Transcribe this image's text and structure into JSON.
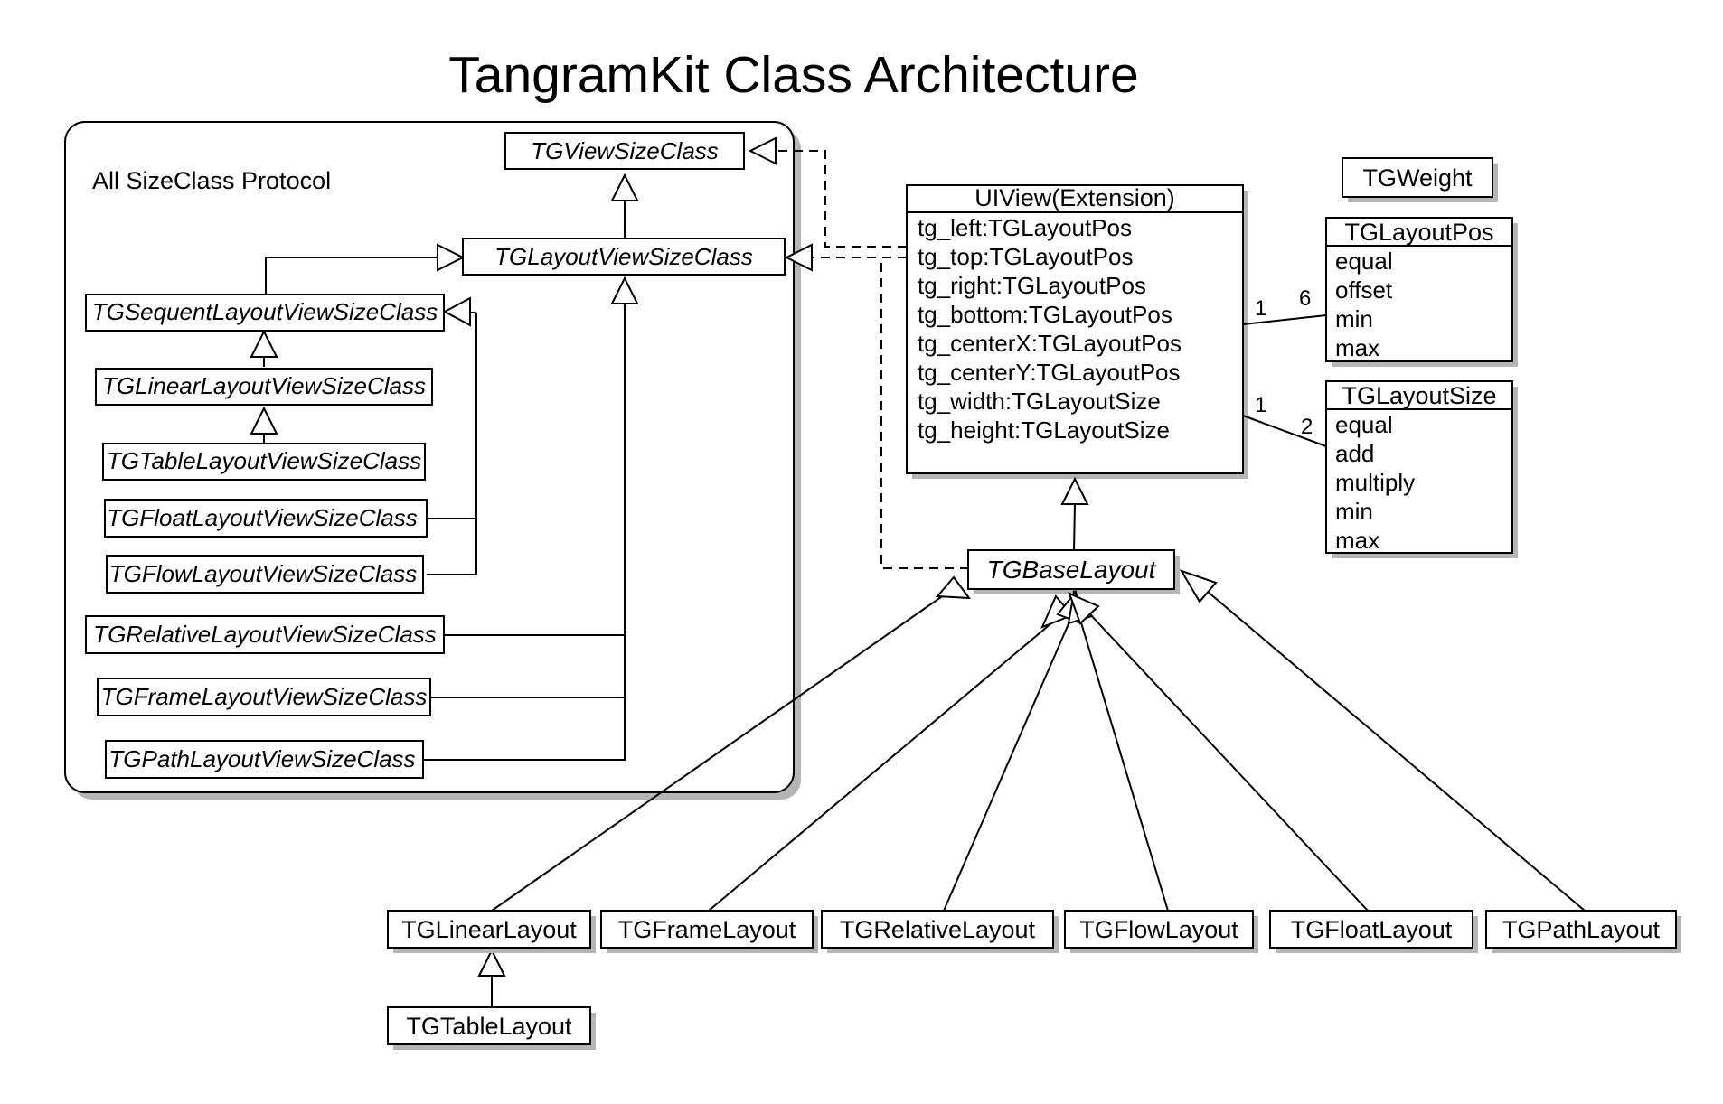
{
  "title": "TangramKit Class Architecture",
  "protocol_group": {
    "label": "All SizeClass Protocol",
    "classes": {
      "view_size_class": "TGViewSizeClass",
      "layout_view_size_class": "TGLayoutViewSizeClass",
      "sequent": "TGSequentLayoutViewSizeClass",
      "linear": "TGLinearLayoutViewSizeClass",
      "table": "TGTableLayoutViewSizeClass",
      "float": "TGFloatLayoutViewSizeClass",
      "flow": "TGFlowLayoutViewSizeClass",
      "relative": "TGRelativeLayoutViewSizeClass",
      "frame": "TGFrameLayoutViewSizeClass",
      "path": "TGPathLayoutViewSizeClass"
    }
  },
  "uiview": {
    "name": "UIView(Extension)",
    "attributes": [
      "tg_left:TGLayoutPos",
      "tg_top:TGLayoutPos",
      "tg_right:TGLayoutPos",
      "tg_bottom:TGLayoutPos",
      "tg_centerX:TGLayoutPos",
      "tg_centerY:TGLayoutPos",
      "tg_width:TGLayoutSize",
      "tg_height:TGLayoutSize"
    ]
  },
  "weight": {
    "name": "TGWeight"
  },
  "layout_pos": {
    "name": "TGLayoutPos",
    "attributes": [
      "equal",
      "offset",
      "min",
      "max"
    ]
  },
  "layout_size": {
    "name": "TGLayoutSize",
    "attributes": [
      "equal",
      "add",
      "multiply",
      "min",
      "max"
    ]
  },
  "multiplicities": {
    "pos_from": "1",
    "pos_to": "6",
    "size_from": "1",
    "size_to": "2"
  },
  "base_layout": {
    "name": "TGBaseLayout"
  },
  "layouts": {
    "linear": "TGLinearLayout",
    "frame": "TGFrameLayout",
    "relative": "TGRelativeLayout",
    "flow": "TGFlowLayout",
    "float": "TGFloatLayout",
    "path": "TGPathLayout",
    "table": "TGTableLayout"
  }
}
